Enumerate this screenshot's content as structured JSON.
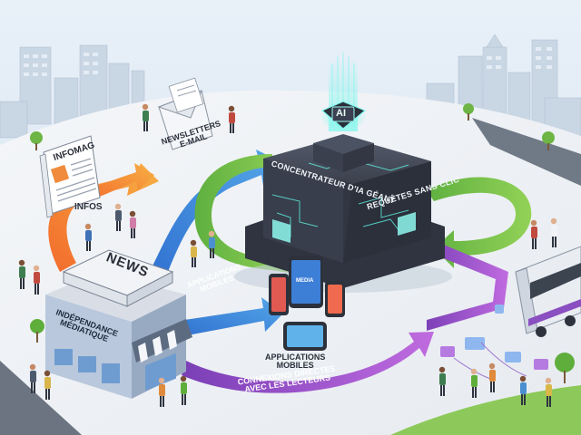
{
  "labels": {
    "infomag": "INFOMAG",
    "infos": "INFOS",
    "newsletters": "NEWSLETTERS\nE-MAIL",
    "news": "NEWS",
    "independance": "INDÉPENDANCE\nMÉDIATIQUE",
    "ai_badge": "AI",
    "concentrateur": "CONCENTRATEUR D'IA GÉANT",
    "requetes": "REQUÊTES SANS CLIC",
    "apps_1": "APPLICATIONS\nMOBILES",
    "apps_2": "APPLICATIONS\nMOBILES",
    "connexions": "CONNEXIONS DIRECTES\nAVEC LES LECTEURS",
    "media": "MEDIA"
  },
  "colors": {
    "orange": "#f08a3c",
    "green": "#7cc24a",
    "blue": "#3d7fd6",
    "purple": "#8a4fc0",
    "hub": "#3a3f4d",
    "cyan": "#5ff0e0"
  }
}
